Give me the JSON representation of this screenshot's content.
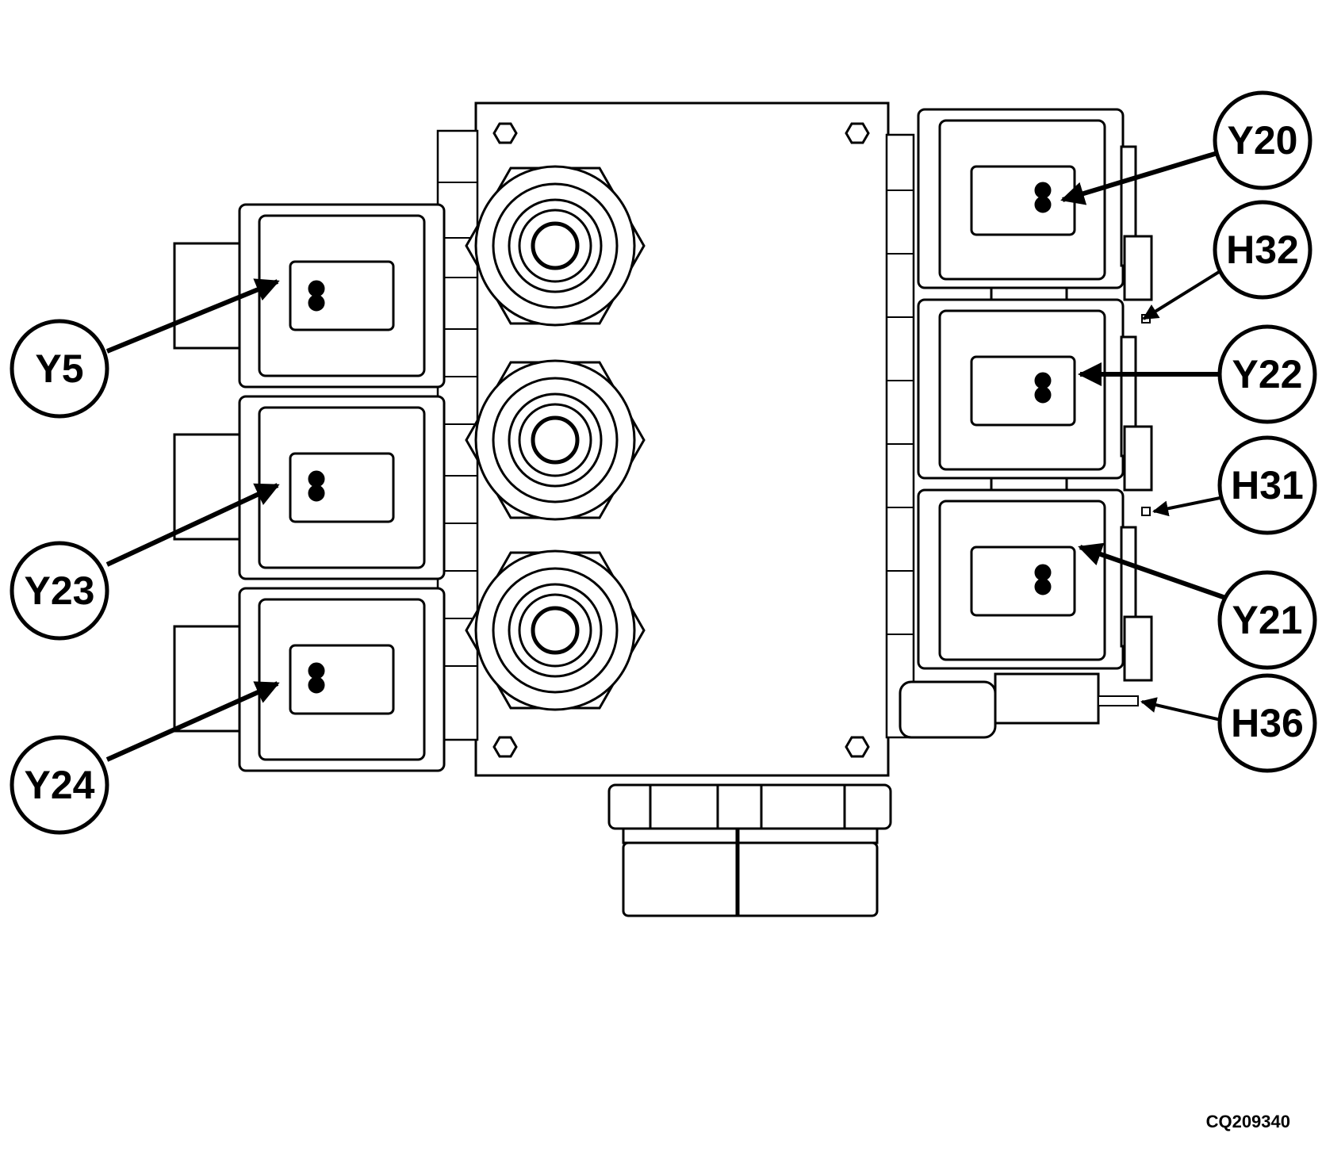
{
  "figure_id": "CQ209340",
  "colors": {
    "ink": "#000000",
    "paper": "#ffffff"
  },
  "callouts": [
    "Y5",
    "Y23",
    "Y24",
    "Y20",
    "H32",
    "Y22",
    "H31",
    "Y21",
    "H36"
  ]
}
